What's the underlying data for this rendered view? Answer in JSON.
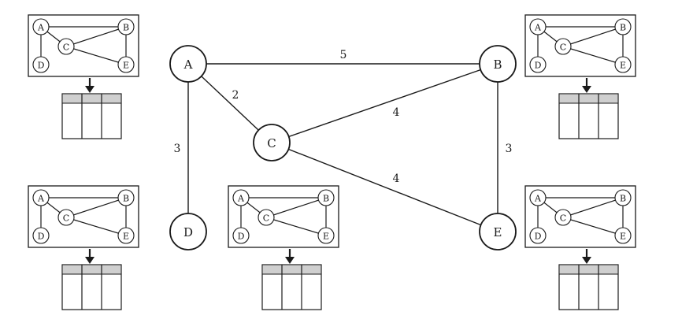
{
  "graph": {
    "nodes": [
      {
        "id": "A",
        "label": "A"
      },
      {
        "id": "B",
        "label": "B"
      },
      {
        "id": "C",
        "label": "C"
      },
      {
        "id": "D",
        "label": "D"
      },
      {
        "id": "E",
        "label": "E"
      }
    ],
    "edges": [
      {
        "from": "A",
        "to": "B",
        "weight": "5"
      },
      {
        "from": "A",
        "to": "C",
        "weight": "2"
      },
      {
        "from": "A",
        "to": "D",
        "weight": "3"
      },
      {
        "from": "C",
        "to": "B",
        "weight": "4"
      },
      {
        "from": "C",
        "to": "E",
        "weight": "4"
      },
      {
        "from": "B",
        "to": "E",
        "weight": "3"
      }
    ]
  },
  "replica": {
    "node_labels": [
      "A",
      "B",
      "C",
      "D",
      "E"
    ],
    "table_columns": 3
  },
  "colors": {
    "ink": "#1a1a1a",
    "table_header": "#cfcfcf",
    "background": "#ffffff"
  }
}
